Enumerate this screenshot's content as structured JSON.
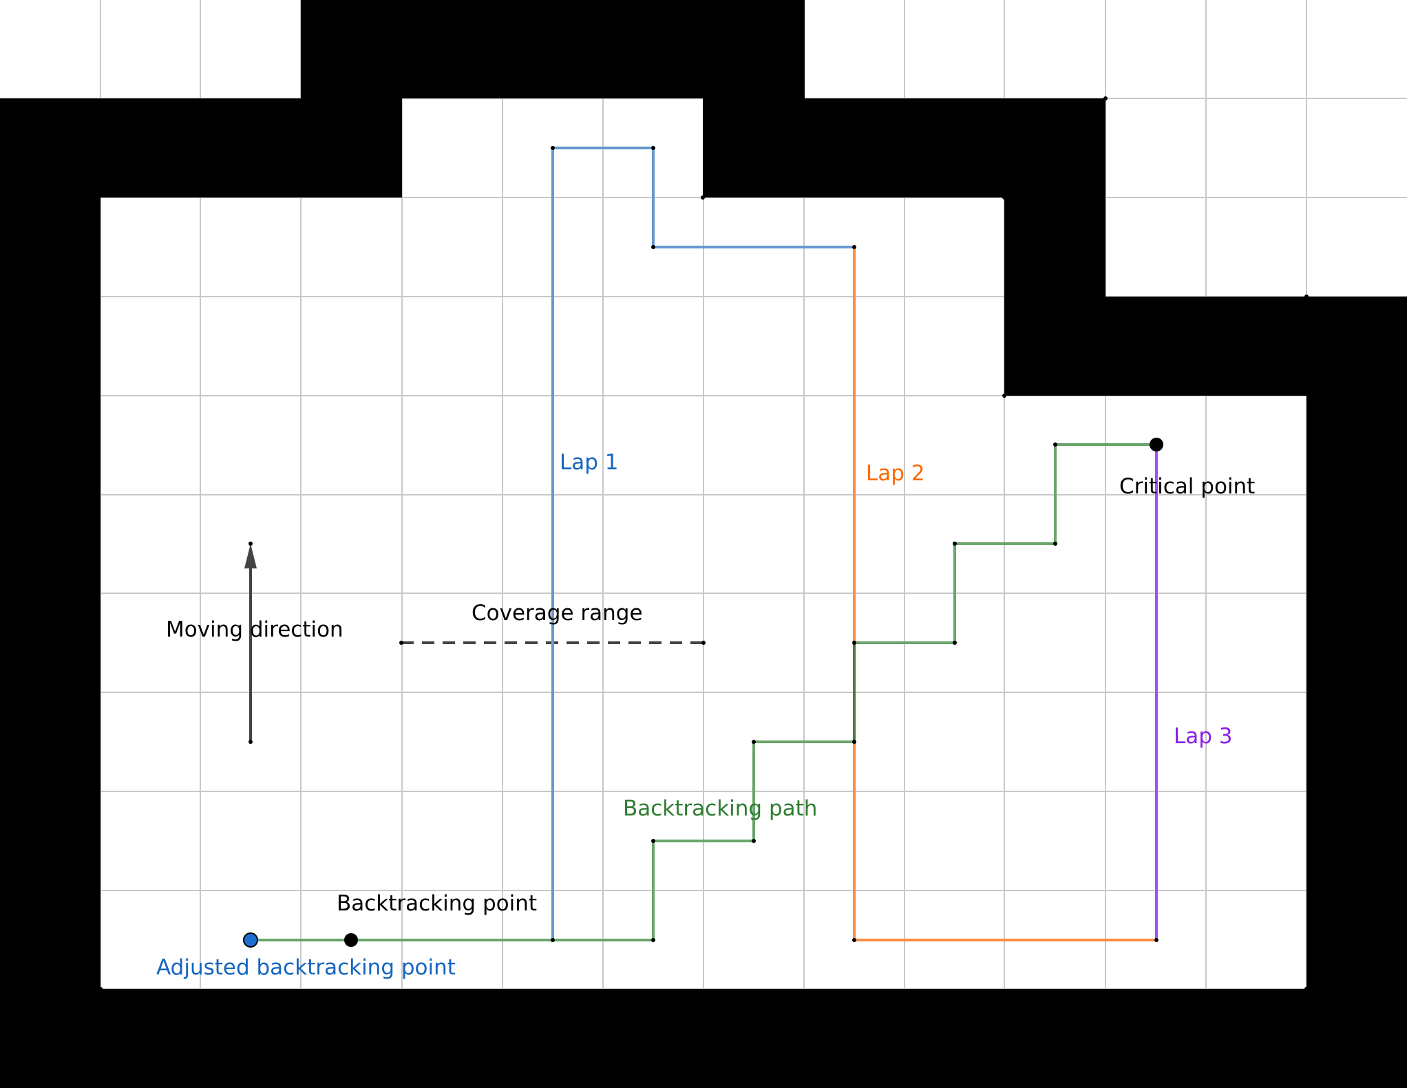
{
  "labels": {
    "lap1": "Lap 1",
    "lap2": "Lap 2",
    "lap3": "Lap 3",
    "critical_point": "Critical point",
    "moving_direction": "Moving direction",
    "coverage_range": "Coverage range",
    "backtracking_path": "Backtracking path",
    "backtracking_point": "Backtracking point",
    "adjusted_backtracking_point": "Adjusted backtracking point"
  },
  "colors": {
    "obstacle": "#000000",
    "grid": "#c8c8c8",
    "lap1": "#6699cc",
    "lap1_text": "#1565c0",
    "lap2": "#ff8c42",
    "lap2_text": "#ff6a00",
    "lap3": "#a64dff",
    "lap3_text": "#8b1ee8",
    "backtracking": "#6aa56a",
    "backtracking_text": "#2e7d32",
    "arrow": "#444444",
    "adjusted_point": "#1e6fd0"
  }
}
